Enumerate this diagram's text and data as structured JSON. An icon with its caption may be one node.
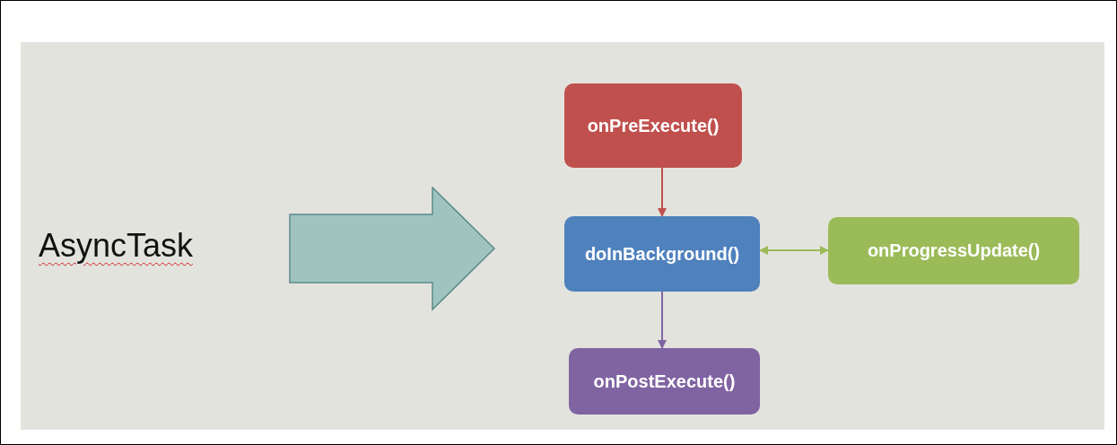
{
  "diagram": {
    "nodes": [
      {
        "text": [
          "AsyncTask"
        ]
      },
      {
        "text": [],
        "shape": "arrow"
      },
      {
        "text": [
          "onPreExecute()"
        ]
      },
      {
        "text": [
          "doInBackground()"
        ]
      },
      {
        "text": [
          "onProgressUpdate()"
        ]
      },
      {
        "text": [
          "onPostExecute()"
        ]
      }
    ],
    "edges": [
      {
        "from": 2,
        "to": 3,
        "arrow": "to",
        "color": "#c0504d"
      },
      {
        "from": 3,
        "to": 4,
        "arrow": "both",
        "color": "#9bbb59"
      },
      {
        "from": 3,
        "to": 5,
        "arrow": "to",
        "color": "#8064a2"
      }
    ]
  }
}
